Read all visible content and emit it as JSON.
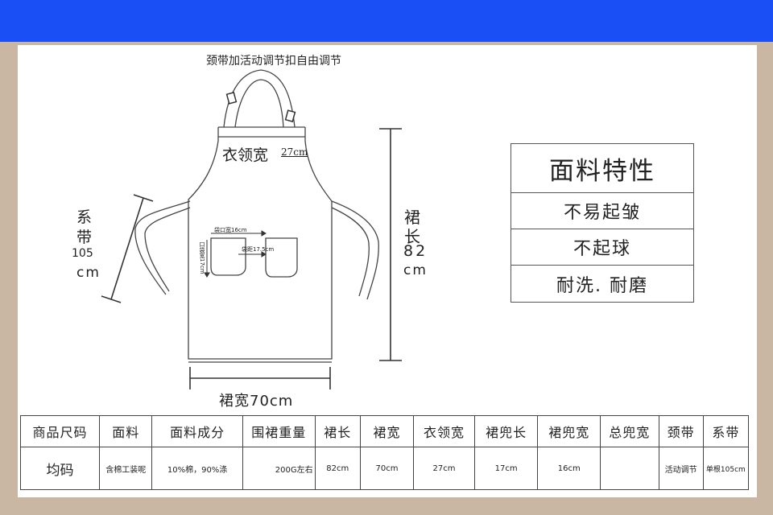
{
  "diagram": {
    "neck_label": "颈带加活动调节扣自由调节",
    "collar_label": "衣领宽",
    "collar_value": "27cm",
    "tie_label_line1": "系",
    "tie_label_line2": "带",
    "tie_value": "105",
    "tie_unit": "cm",
    "length_label_line1": "裙",
    "length_label_line2": "长",
    "length_value": "82",
    "length_unit": "cm",
    "width_label": "裙宽70cm",
    "pocket_opening": "袋口宽16cm",
    "pocket_depth": "口袋宽17cm",
    "pocket_gap": "袋距17.5cm"
  },
  "fabric_features": {
    "title": "面料特性",
    "items": [
      "不易起皱",
      "不起球",
      "耐洗. 耐磨"
    ]
  },
  "spec_table": {
    "headers": [
      "商品尺码",
      "面料",
      "面料成分",
      "围裙重量",
      "裙长",
      "裙宽",
      "衣领宽",
      "裙兜长",
      "裙兜宽",
      "总兜宽",
      "颈带",
      "系带"
    ],
    "values": [
      "均码",
      "含棉工装呢",
      "10%棉，90%涤",
      "200G左右",
      "82cm",
      "70cm",
      "27cm",
      "17cm",
      "16cm",
      "",
      "活动调节",
      "单根105cm"
    ]
  },
  "colors": {
    "banner": "#1a4ff5",
    "frame": "#c9b7a3",
    "line": "#444444"
  }
}
